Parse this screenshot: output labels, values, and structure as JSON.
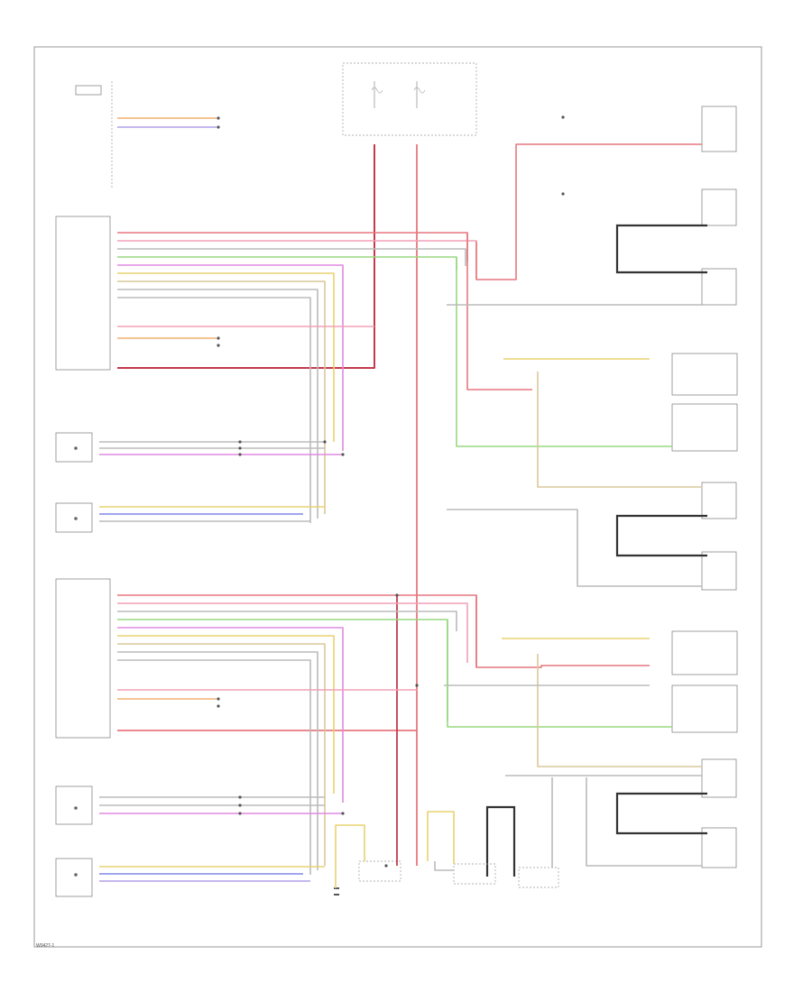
{
  "diagram": {
    "footer_code": "W0427-1"
  },
  "colors": {
    "red": "#e7777e",
    "dkred": "#c43a4d",
    "pink": "#f2a0b6",
    "orange": "#f0b070",
    "yellow": "#e8d270",
    "tan": "#d8c89a",
    "green": "#98d880",
    "magenta": "#e08ae0",
    "blue": "#8088e8",
    "violet": "#b0a0e8",
    "gray": "#bbbbbb"
  },
  "wire_groups": {
    "top_left_pair": [
      "orange",
      "violet"
    ],
    "left_upper_bus": [
      "red",
      "pink",
      "gray",
      "green",
      "magenta",
      "yellow",
      "tan",
      "gray",
      "gray"
    ],
    "left_lower_bus": [
      "red",
      "pink",
      "gray",
      "green",
      "magenta",
      "yellow",
      "tan",
      "gray",
      "gray"
    ]
  },
  "icons": [
    "switch-icon",
    "fuse-icon",
    "ground-icon",
    "motor-icon",
    "sensor-icon",
    "connector-icon"
  ]
}
